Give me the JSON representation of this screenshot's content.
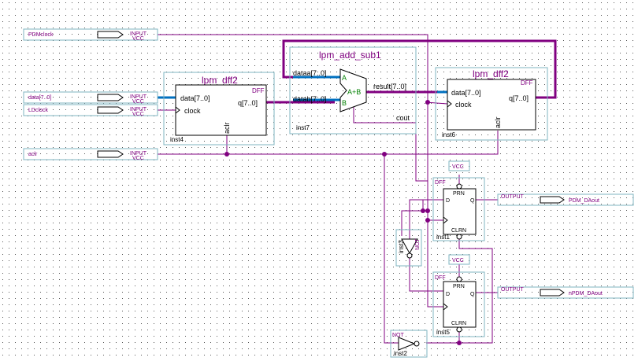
{
  "pins": {
    "in_pdmclock": "PDMclock",
    "in_data": "data[7..0]",
    "in_ldclock": "LDclock",
    "in_aclr": "aclr",
    "out_pdm": "PDM_DAout",
    "out_npdm": "nPDM_DAout"
  },
  "pin_tags": {
    "input": "INPUT",
    "vcc": "VCC",
    "output": "OUTPUT",
    "not": "NOT"
  },
  "inst4": {
    "title": "lpm_dff2",
    "kind": "DFF",
    "port_data": "data[7..0]",
    "port_clock": "clock",
    "port_q": "q[7..0]",
    "port_aclr": "aclr",
    "name": "inst4"
  },
  "inst7": {
    "title": "lpm_add_sub1",
    "port_dataa": "dataa[7..0]",
    "port_datab": "datab[7..0]",
    "port_a": "A",
    "port_b": "B",
    "op": "A+B",
    "port_result": "result[7..0]",
    "port_cout": "cout",
    "name": "inst7"
  },
  "inst6": {
    "title": "lpm_dff2",
    "kind": "DFF",
    "port_data": "data[7..0]",
    "port_clock": "clock",
    "port_q": "q[7..0]",
    "port_aclr": "aclr",
    "name": "inst6"
  },
  "inst1": {
    "kind": "DFF",
    "prn": "PRN",
    "d": "D",
    "q": "Q",
    "clrn": "CLRN",
    "vcc": "VCC",
    "name": "inst1"
  },
  "inst5": {
    "kind": "DFF",
    "prn": "PRN",
    "d": "D",
    "q": "Q",
    "clrn": "CLRN",
    "vcc": "VCC",
    "name": "inst5"
  },
  "inst3": {
    "tag": "NOT",
    "name": "inst3"
  },
  "inst2": {
    "tag": "NOT",
    "name": "inst2"
  }
}
